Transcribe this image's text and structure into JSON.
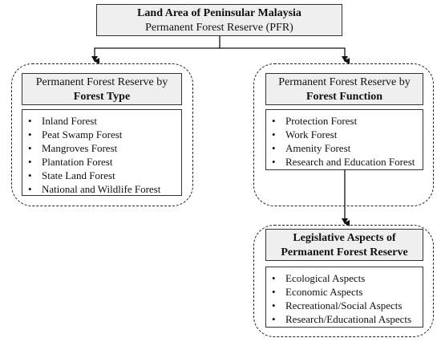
{
  "top": {
    "line1": "Land Area of Peninsular Malaysia",
    "line2": "Permanent Forest Reserve (PFR)"
  },
  "left_group": {
    "header_line1": "Permanent Forest Reserve by",
    "header_line2": "Forest Type",
    "items": [
      "Inland Forest",
      "Peat Swamp Forest",
      "Mangroves Forest",
      "Plantation Forest",
      "State Land Forest",
      "National and Wildlife Forest"
    ]
  },
  "right_group": {
    "header_line1": "Permanent Forest Reserve by",
    "header_line2": "Forest Function",
    "items": [
      "Protection Forest",
      "Work Forest",
      "Amenity Forest",
      "Research and Education Forest"
    ]
  },
  "bottom_group": {
    "header_line1": "Legislative Aspects  of",
    "header_line2": "Permanent Forest Reserve",
    "items": [
      "Ecological Aspects",
      "Economic Aspects",
      "Recreational/Social Aspects",
      "Research/Educational Aspects"
    ]
  },
  "bullet_glyph": "•"
}
